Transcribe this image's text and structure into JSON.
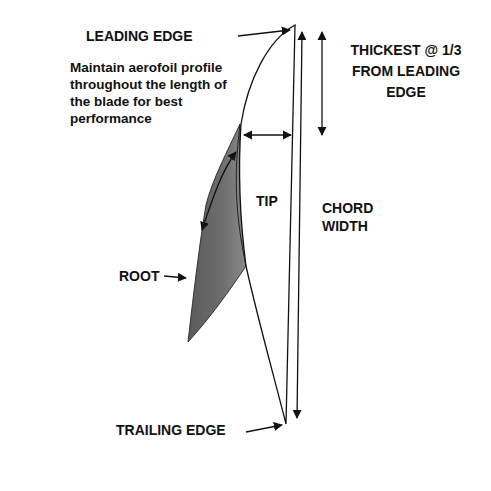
{
  "diagram": {
    "labels": [
      "LEADING EDGE",
      "Maintain aerofoil profile throughout the length of the blade for best performance",
      "THICKEST @ 1/3 FROM LEADING EDGE",
      "TIP",
      "CHORD WIDTH",
      "ROOT",
      "TRAILING EDGE"
    ]
  }
}
